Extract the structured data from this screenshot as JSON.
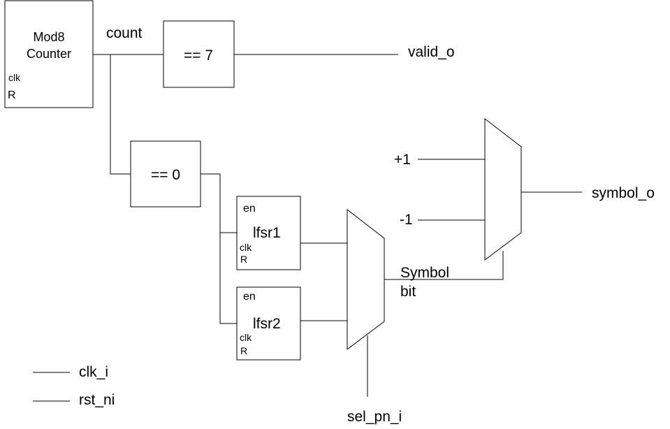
{
  "counter": {
    "title_line1": "Mod8",
    "title_line2": "Counter",
    "clk": "clk",
    "reset": "R"
  },
  "signals": {
    "count": "count",
    "valid_o": "valid_o",
    "symbol_o": "symbol_o",
    "plus_one": "+1",
    "minus_one": "-1",
    "symbol_bit_line1": "Symbol",
    "symbol_bit_line2": "bit",
    "sel_pn_i": "sel_pn_i"
  },
  "comparators": {
    "eq7": "== 7",
    "eq0": "== 0"
  },
  "lfsr1": {
    "name": "lfsr1",
    "en": "en",
    "clk": "clk",
    "reset": "R"
  },
  "lfsr2": {
    "name": "lfsr2",
    "en": "en",
    "clk": "clk",
    "reset": "R"
  },
  "legend": {
    "clk": "clk_i",
    "rst": "rst_ni"
  }
}
